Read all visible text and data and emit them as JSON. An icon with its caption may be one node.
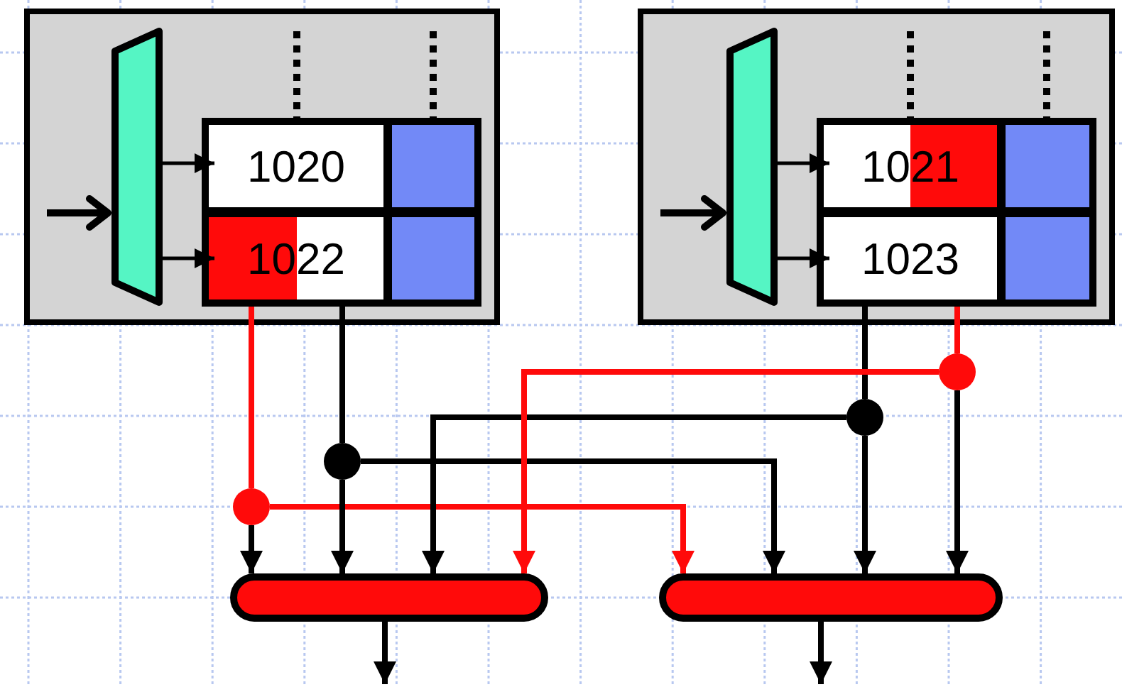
{
  "diagram": {
    "nodes": [
      {
        "text": [],
        "shape": "box"
      },
      {
        "text": [],
        "shape": "trapezoid",
        "in": 0
      },
      {
        "text": [
          "1020"
        ],
        "in": 0
      },
      {
        "text": [],
        "shape": "box",
        "in": 0
      },
      {
        "text": [
          "1022"
        ],
        "in": 0
      },
      {
        "text": [],
        "shape": "box",
        "in": 0
      },
      {
        "text": [],
        "shape": "box"
      },
      {
        "text": [],
        "shape": "trapezoid",
        "in": 6
      },
      {
        "text": [
          "1021"
        ],
        "in": 6
      },
      {
        "text": [],
        "shape": "box",
        "in": 6
      },
      {
        "text": [
          "1023"
        ],
        "in": 6
      },
      {
        "text": [],
        "shape": "box",
        "in": 6
      },
      {
        "text": [],
        "shape": "circle"
      },
      {
        "text": [],
        "shape": "circle"
      },
      {
        "text": [],
        "shape": "circle"
      },
      {
        "text": [],
        "shape": "circle"
      },
      {
        "text": [],
        "shape": "oval"
      },
      {
        "text": [],
        "shape": "oval"
      }
    ],
    "edges": [
      {
        "from": null,
        "to": 1,
        "arrow": "to"
      },
      {
        "from": 1,
        "to": 2,
        "arrow": "to"
      },
      {
        "from": 1,
        "to": 4,
        "arrow": "to"
      },
      {
        "from": null,
        "to": 7,
        "arrow": "to"
      },
      {
        "from": 7,
        "to": 8,
        "arrow": "to"
      },
      {
        "from": 7,
        "to": 10,
        "arrow": "to"
      },
      {
        "from": 4,
        "to": 15,
        "arrow": "none",
        "color": "#ff0a0a"
      },
      {
        "from": 15,
        "to": 16,
        "arrow": "to"
      },
      {
        "from": 15,
        "to": 17,
        "arrow": "to",
        "color": "#ff0a0a"
      },
      {
        "from": 4,
        "to": 14,
        "arrow": "none"
      },
      {
        "from": 14,
        "to": 16,
        "arrow": "to"
      },
      {
        "from": 14,
        "to": 17,
        "arrow": "to"
      },
      {
        "from": 10,
        "to": 13,
        "arrow": "none"
      },
      {
        "from": 13,
        "to": 16,
        "arrow": "to"
      },
      {
        "from": 13,
        "to": 17,
        "arrow": "to"
      },
      {
        "from": 10,
        "to": 12,
        "arrow": "none",
        "color": "#ff0a0a"
      },
      {
        "from": 12,
        "to": 16,
        "arrow": "to",
        "color": "#ff0a0a"
      },
      {
        "from": 12,
        "to": 17,
        "arrow": "to"
      },
      {
        "from": 16,
        "to": null,
        "arrow": "to"
      },
      {
        "from": 17,
        "to": null,
        "arrow": "to"
      }
    ]
  }
}
